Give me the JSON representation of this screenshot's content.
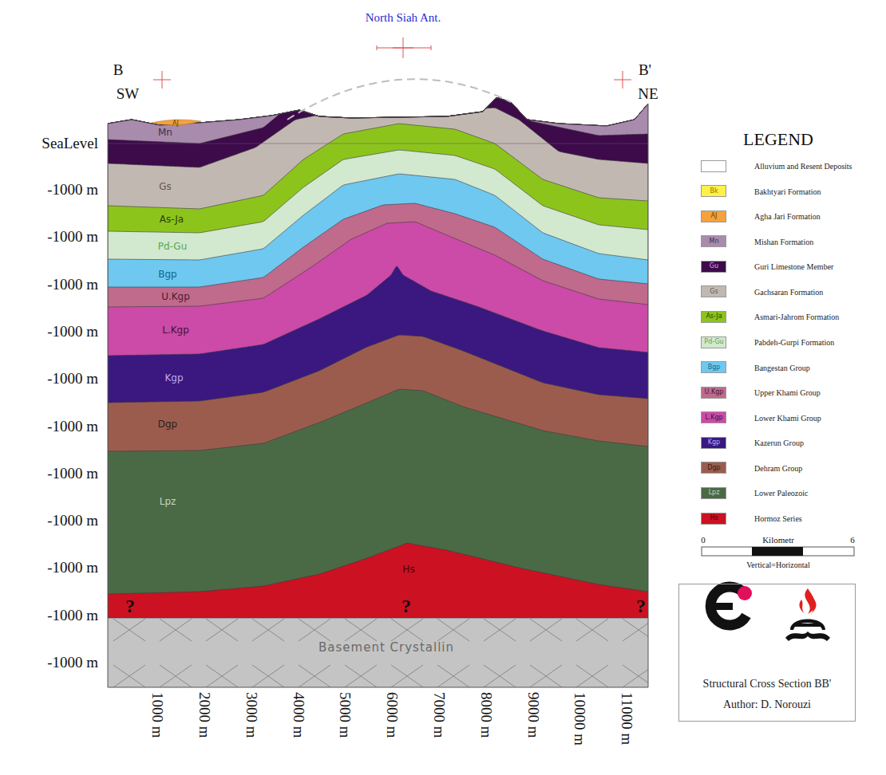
{
  "diagram": {
    "nodes": [
      {
        "text": [
          "Structural Cross Section BB'",
          "Author: D. Norouzi"
        ]
      }
    ],
    "labels": [
      "North Siah Ant.",
      "B",
      "SW",
      "B'",
      "NE",
      "SeaLevel",
      "-1000 m",
      "-1000 m",
      "-1000 m",
      "-1000 m",
      "-1000 m",
      "-1000 m",
      "-1000 m",
      "-1000 m",
      "-1000 m",
      "-1000 m",
      "-1000 m",
      "1000 m",
      "2000 m",
      "3000 m",
      "4000 m",
      "5000 m",
      "6000 m",
      "7000 m",
      "8000 m",
      "9000 m",
      "10000 m",
      "11000 m",
      "AJ",
      "Mn",
      "Gs",
      "As-Ja",
      "Pd-Gu",
      "Bgp",
      "U.Kgp",
      "L.Kgp",
      "Kgp",
      "Dgp",
      "Lpz",
      "Hs",
      "Basement Crystallin",
      "?",
      "?",
      "?",
      "LEGEND",
      "Bk",
      "AJ",
      "Mn",
      "Gu",
      "Gs",
      "As-Ja",
      "Pd-Gu",
      "Bgp",
      "U.Kgp",
      "L.Kgp",
      "Kgp",
      "Dgp",
      "Lpz",
      "Hs",
      "0",
      "Kilometr",
      "6",
      "Vertical=Horizontal"
    ],
    "legend": [
      {
        "text": "Alluvium and Resent Deposits",
        "color": "#ffffff"
      },
      {
        "text": "Bakhtyari Formation",
        "color": "#fff04a"
      },
      {
        "text": "Agha Jari Formation",
        "color": "#f5a23c"
      },
      {
        "text": "Mishan Formation",
        "color": "#a88bad"
      },
      {
        "text": "Guri Limestone Member",
        "color": "#3d0a4a"
      },
      {
        "text": "Gachsaran Formation",
        "color": "#c2b8b2"
      },
      {
        "text": "Asmari-Jahrom Formation",
        "color": "#8cc41c"
      },
      {
        "text": "Pabdeh-Gurpi Formation",
        "color": "#d2e8cf"
      },
      {
        "text": "Bangestan Group",
        "color": "#6ec8f0"
      },
      {
        "text": "Upper Khami Group",
        "color": "#c06a8c"
      },
      {
        "text": "Lower Khami Group",
        "color": "#cc4aa8"
      },
      {
        "text": "Kazerun Group",
        "color": "#3a1880"
      },
      {
        "text": "Dehram Group",
        "color": "#9b5c4e"
      },
      {
        "text": "Lower Paleozoic",
        "color": "#4a6a46"
      },
      {
        "text": "Hormoz Series",
        "color": "#cc1122"
      }
    ]
  }
}
